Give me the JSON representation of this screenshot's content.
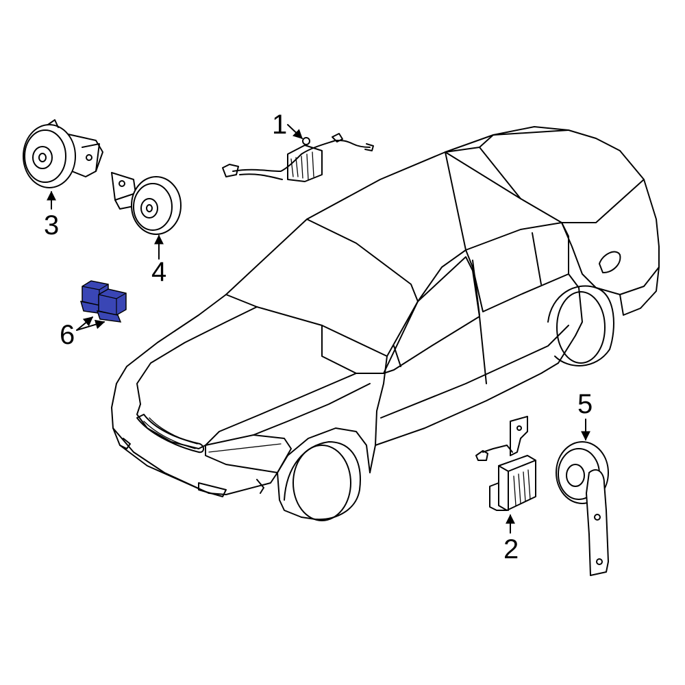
{
  "callouts": {
    "c1": "1",
    "c2": "2",
    "c3": "3",
    "c4": "4",
    "c5": "5",
    "c6": "6"
  },
  "colors": {
    "line": "#000000",
    "highlight": "#3a46b5",
    "background": "#ffffff"
  },
  "icons": [
    "horn-icon",
    "relay-icon",
    "wiring-harness-icon",
    "control-module-icon",
    "sedan-outline-icon"
  ]
}
